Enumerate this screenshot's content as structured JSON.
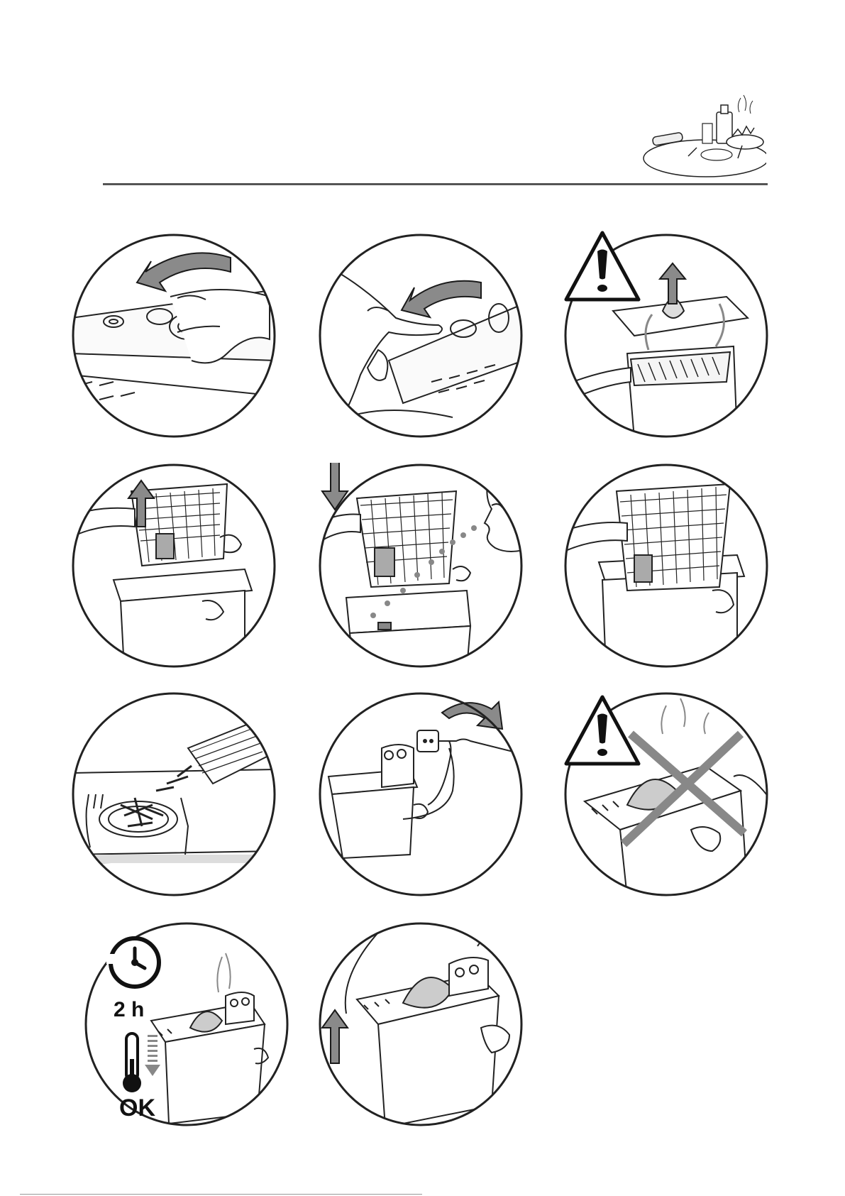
{
  "colors": {
    "line": "#222222",
    "arrow": "#8a8a8a",
    "arrow_outline": "#1a1a1a",
    "warning": "#111111",
    "cross": "#888888",
    "header_rule": "#555555"
  },
  "header": {
    "logo_icon": "table-setting-illustration-icon"
  },
  "panels": [
    {
      "id": 1,
      "icon": "press-button-arrow-icon"
    },
    {
      "id": 2,
      "icon": "press-lid-release-button-icon"
    },
    {
      "id": 3,
      "icon": "warning-lift-lid-icon"
    },
    {
      "id": 4,
      "icon": "lift-basket-icon"
    },
    {
      "id": 5,
      "icon": "lower-basket-steam-icon"
    },
    {
      "id": 6,
      "icon": "basket-drain-icon"
    },
    {
      "id": 7,
      "icon": "serve-fries-plate-icon"
    },
    {
      "id": 8,
      "icon": "unplug-fryer-icon"
    },
    {
      "id": 9,
      "icon": "warning-do-not-carry-icon"
    },
    {
      "id": 10,
      "icon": "cool-down-timer-icon",
      "time_label": "2 h",
      "ok_label": "OK"
    },
    {
      "id": 11,
      "icon": "carry-fryer-icon"
    }
  ]
}
